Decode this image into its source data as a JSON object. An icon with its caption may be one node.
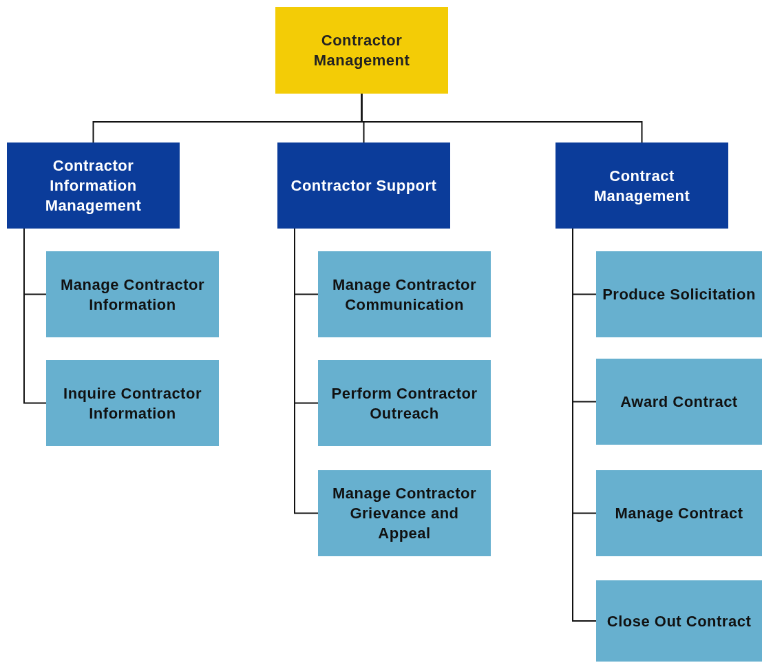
{
  "diagram": {
    "nodes": [
      {
        "text": [
          "Contractor Management"
        ]
      },
      {
        "text": [
          "Contractor Information Management"
        ]
      },
      {
        "text": [
          "Manage Contractor Information"
        ]
      },
      {
        "text": [
          "Inquire Contractor Information"
        ]
      },
      {
        "text": [
          "Contractor Support"
        ]
      },
      {
        "text": [
          "Manage Contractor Communication"
        ]
      },
      {
        "text": [
          "Perform Contractor Outreach"
        ]
      },
      {
        "text": [
          "Manage Contractor Grievance and Appeal"
        ]
      },
      {
        "text": [
          "Contract Management"
        ]
      },
      {
        "text": [
          "Produce Solicitation"
        ]
      },
      {
        "text": [
          "Award Contract"
        ]
      },
      {
        "text": [
          "Manage Contract"
        ]
      },
      {
        "text": [
          "Close Out Contract"
        ]
      }
    ],
    "edges": [
      {
        "from": 0,
        "to": 1,
        "arrow": "none"
      },
      {
        "from": 0,
        "to": 4,
        "arrow": "none"
      },
      {
        "from": 0,
        "to": 8,
        "arrow": "none"
      },
      {
        "from": 1,
        "to": 2,
        "arrow": "none"
      },
      {
        "from": 1,
        "to": 3,
        "arrow": "none"
      },
      {
        "from": 4,
        "to": 5,
        "arrow": "none"
      },
      {
        "from": 4,
        "to": 6,
        "arrow": "none"
      },
      {
        "from": 4,
        "to": 7,
        "arrow": "none"
      },
      {
        "from": 8,
        "to": 9,
        "arrow": "none"
      },
      {
        "from": 8,
        "to": 10,
        "arrow": "none"
      },
      {
        "from": 8,
        "to": 11,
        "arrow": "none"
      },
      {
        "from": 8,
        "to": 12,
        "arrow": "none"
      }
    ]
  }
}
